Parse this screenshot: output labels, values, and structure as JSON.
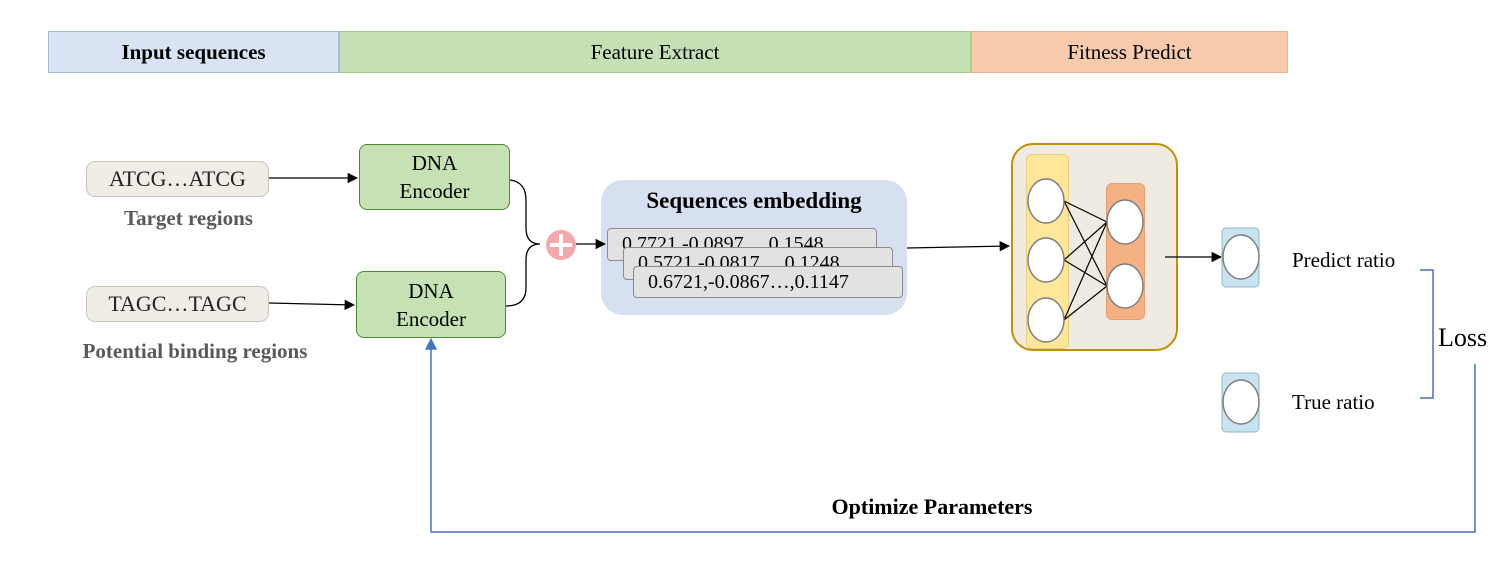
{
  "stages": {
    "input": "Input sequences",
    "feature": "Feature Extract",
    "fitness": "Fitness Predict"
  },
  "inputs": {
    "target_seq": "ATCG…ATCG",
    "target_caption": "Target regions",
    "binding_seq": "TAGC…TAGC",
    "binding_caption": "Potential binding regions"
  },
  "encoders": {
    "top": "DNA\nEncoder",
    "bottom": "DNA\nEncoder"
  },
  "embedding": {
    "title": "Sequences embedding",
    "rows": [
      "0.7721,-0.0897…,0.1548",
      "0.5721,-0.0817…,0.1248",
      "0.6721,-0.0867…,0.1147"
    ]
  },
  "outputs": {
    "predict": "Predict ratio",
    "true": "True ratio",
    "loss": "Loss"
  },
  "feedback": "Optimize Parameters",
  "colors": {
    "input_banner": "#dae3f3",
    "feature_banner": "#c5e0b4",
    "fitness_banner": "#f8cbad",
    "feedback_arrow": "#4472c4"
  }
}
